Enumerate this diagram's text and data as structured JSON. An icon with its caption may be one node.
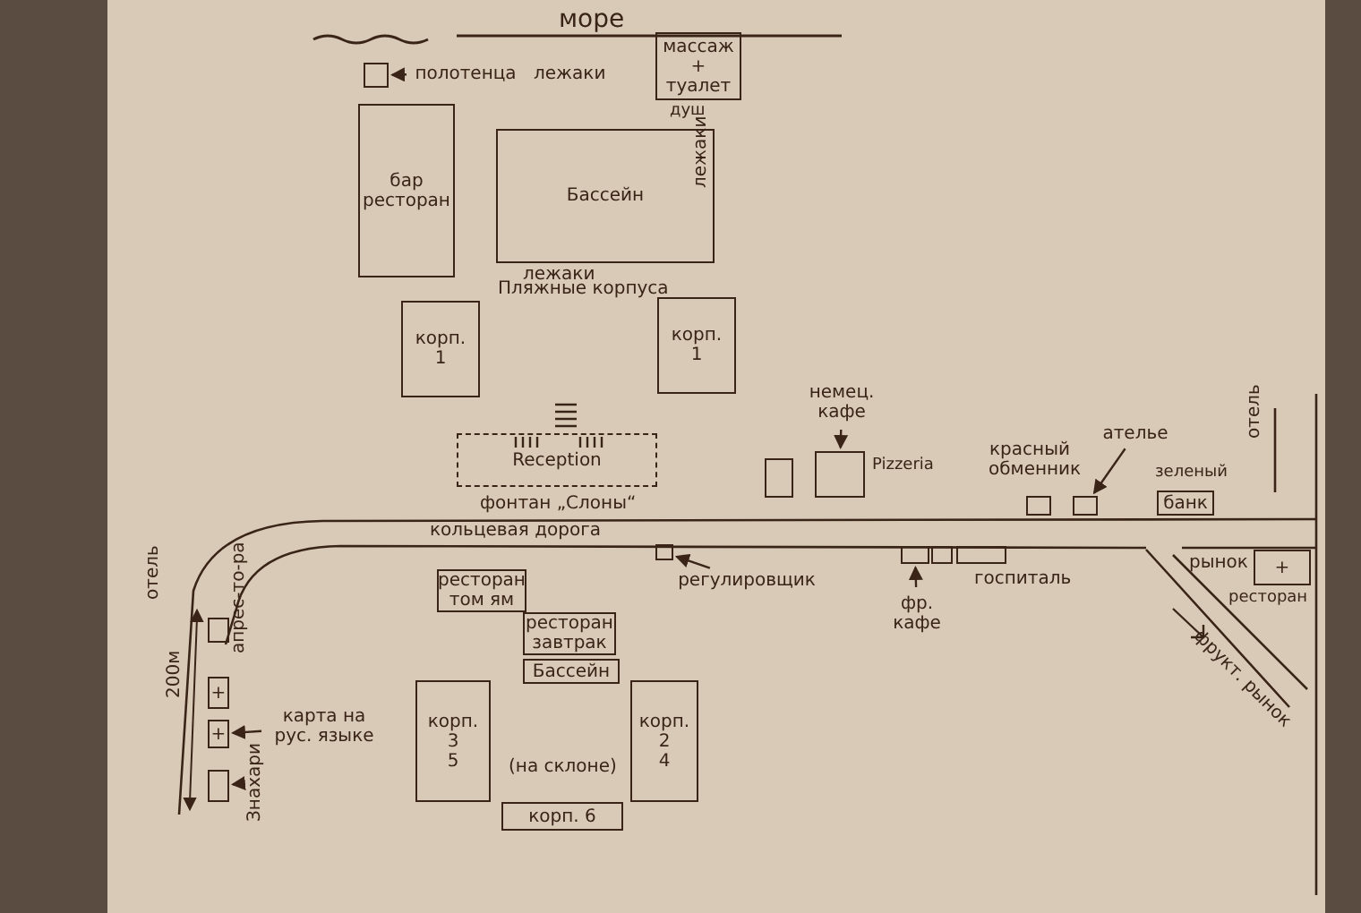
{
  "diagram": {
    "nodes": [
      {
        "text": [],
        "shape": "box"
      },
      {
        "text": [
          "полотенца"
        ]
      },
      {
        "text": [
          "массаж",
          "+",
          "туалет"
        ],
        "beside": [
          "душ"
        ]
      },
      {
        "text": [
          "бар",
          "ресторан"
        ]
      },
      {
        "text": [
          "Бассейн"
        ]
      },
      {
        "text": [
          "корп.",
          "1"
        ]
      },
      {
        "text": [
          "корп.",
          "1"
        ]
      },
      {
        "text": [
          "Reception"
        ]
      },
      {
        "text": [],
        "shape": "box"
      },
      {
        "text": [],
        "shape": "box",
        "beside": [
          "Pizzeria"
        ]
      },
      {
        "text": [
          "немец. кафе"
        ]
      },
      {
        "text": [],
        "shape": "box"
      },
      {
        "text": [],
        "shape": "box"
      },
      {
        "text": [
          "ателье"
        ]
      },
      {
        "text": [
          "банк"
        ],
        "beside": [
          "зеленый"
        ]
      },
      {
        "text": [],
        "shape": "box"
      },
      {
        "text": [
          "регулировщик"
        ]
      },
      {
        "text": [],
        "shape": "box"
      },
      {
        "text": [],
        "shape": "box"
      },
      {
        "text": [],
        "shape": "box"
      },
      {
        "text": [
          "фр. кафе"
        ]
      },
      {
        "text": [
          "+"
        ],
        "beside": [
          "ресторан"
        ]
      },
      {
        "text": [
          "ресторан",
          "том ям"
        ]
      },
      {
        "text": [
          "ресторан",
          "завтрак"
        ]
      },
      {
        "text": [
          "Бассейн"
        ]
      },
      {
        "text": [
          "корп.",
          "3",
          "5"
        ]
      },
      {
        "text": [
          "корп.",
          "2",
          "4"
        ]
      },
      {
        "text": [
          "корп. 6"
        ]
      },
      {
        "text": [],
        "shape": "box"
      },
      {
        "text": [
          "+"
        ]
      },
      {
        "text": [
          "+"
        ]
      },
      {
        "text": [],
        "shape": "box"
      },
      {
        "text": [
          "карта на рус. языке"
        ]
      },
      {
        "text": [
          "Знахари"
        ]
      }
    ],
    "edges": [
      {
        "from": 1,
        "to": 0,
        "arrow": "to"
      },
      {
        "from": 10,
        "to": 9,
        "arrow": "to"
      },
      {
        "from": 13,
        "to": 12,
        "arrow": "to"
      },
      {
        "from": 16,
        "to": 15,
        "arrow": "to"
      },
      {
        "from": 20,
        "to": 17,
        "arrow": "to"
      },
      {
        "from": 32,
        "to": 30,
        "arrow": "to"
      },
      {
        "from": 33,
        "to": 31,
        "arrow": "to"
      }
    ],
    "labels": [
      "море",
      "лежаки",
      "лежаки",
      "лежаки",
      "Пляжные корпуса",
      "фонтан „Слоны“",
      "кольцевая дорога",
      "красный обменник",
      "отель",
      "госпиталь",
      "рынок",
      "фрукт. рынок",
      "(на склоне)",
      "отель",
      "апрес-то-ра",
      "200м"
    ]
  }
}
